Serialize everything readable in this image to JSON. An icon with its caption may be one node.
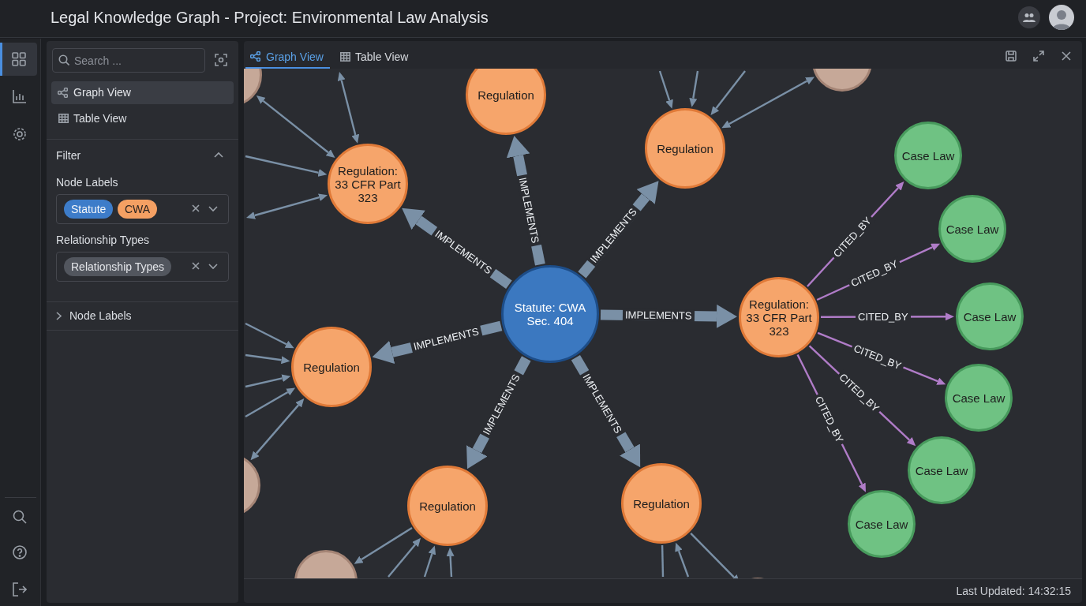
{
  "diagram": {
    "title": "Legal Knowledge Graph - Project: Environmental Law Analysis",
    "nodes": [
      {
        "text": [],
        "shape": "circle"
      },
      {
        "text": [],
        "shape": "circle"
      },
      {
        "text": [
          "Regulation"
        ]
      },
      {
        "text": [
          "Regulation"
        ]
      },
      {
        "text": [
          "Case Law"
        ]
      },
      {
        "text": [
          "Regulation: 33 CFR Part 323"
        ]
      },
      {
        "text": [
          "Case Law"
        ]
      },
      {
        "text": [
          "Statute: CWA Sec. 404"
        ]
      },
      {
        "text": [
          "Case Law"
        ]
      },
      {
        "text": [
          "Regulation: 33 CFR Part 323"
        ]
      },
      {
        "text": [
          "Regulation"
        ]
      },
      {
        "text": [
          "Case Law"
        ]
      },
      {
        "text": [
          "Case Law"
        ]
      },
      {
        "text": [],
        "shape": "circle"
      },
      {
        "text": [
          "Regulation"
        ]
      },
      {
        "text": [
          "Regulation"
        ]
      },
      {
        "text": [
          "Case Law"
        ]
      },
      {
        "text": [],
        "shape": "circle"
      },
      {
        "text": [],
        "shape": "circle"
      }
    ],
    "edges": [
      {
        "from": 7,
        "to": 2,
        "arrow": "to",
        "label": "IMPLEMENTS",
        "style": "thick"
      },
      {
        "from": 7,
        "to": 3,
        "arrow": "to",
        "label": "IMPLEMENTS",
        "style": "thick"
      },
      {
        "from": 7,
        "to": 5,
        "arrow": "to",
        "label": "IMPLEMENTS",
        "style": "thick"
      },
      {
        "from": 7,
        "to": 9,
        "arrow": "to",
        "label": "IMPLEMENTS",
        "style": "thick"
      },
      {
        "from": 7,
        "to": 10,
        "arrow": "to",
        "label": "IMPLEMENTS",
        "style": "thick"
      },
      {
        "from": 7,
        "to": 14,
        "arrow": "to",
        "label": "IMPLEMENTS",
        "style": "thick"
      },
      {
        "from": 7,
        "to": 15,
        "arrow": "to",
        "label": "IMPLEMENTS",
        "style": "thick"
      },
      {
        "from": 9,
        "to": 4,
        "arrow": "to",
        "label": "CITED_BY",
        "color": "#b07cc8"
      },
      {
        "from": 9,
        "to": 6,
        "arrow": "to",
        "label": "CITED_BY",
        "color": "#b07cc8"
      },
      {
        "from": 9,
        "to": 8,
        "arrow": "to",
        "label": "CITED_BY",
        "color": "#b07cc8"
      },
      {
        "from": 9,
        "to": 11,
        "arrow": "to",
        "label": "CITED_BY",
        "color": "#b07cc8"
      },
      {
        "from": 9,
        "to": 12,
        "arrow": "to",
        "label": "CITED_BY",
        "color": "#b07cc8"
      },
      {
        "from": 9,
        "to": 16,
        "arrow": "to",
        "label": "CITED_BY",
        "color": "#b07cc8"
      },
      {
        "from": 0,
        "to": 5,
        "arrow": "both"
      },
      {
        "from": null,
        "to": 5,
        "arrow": "both"
      },
      {
        "from": null,
        "to": 5,
        "arrow": "to"
      },
      {
        "from": null,
        "to": 5,
        "arrow": "both"
      },
      {
        "from": null,
        "to": 3,
        "arrow": "to"
      },
      {
        "from": null,
        "to": 3,
        "arrow": "to"
      },
      {
        "from": null,
        "to": 3,
        "arrow": "to"
      },
      {
        "from": 3,
        "to": 1,
        "arrow": "both"
      },
      {
        "from": null,
        "to": 10,
        "arrow": "to"
      },
      {
        "from": null,
        "to": 10,
        "arrow": "to"
      },
      {
        "from": null,
        "to": 10,
        "arrow": "to"
      },
      {
        "from": null,
        "to": 10,
        "arrow": "to"
      },
      {
        "from": 10,
        "to": 13,
        "arrow": "both"
      },
      {
        "from": 15,
        "to": 17,
        "arrow": "to"
      },
      {
        "from": null,
        "to": 15,
        "arrow": "to"
      },
      {
        "from": null,
        "to": 15,
        "arrow": "to"
      },
      {
        "from": null,
        "to": 15,
        "arrow": "to"
      },
      {
        "from": 14,
        "to": null,
        "arrow": "none"
      },
      {
        "from": null,
        "to": 14,
        "arrow": "to"
      },
      {
        "from": 14,
        "to": 18,
        "arrow": "to"
      }
    ],
    "labels": [
      "Search ...",
      "Graph View",
      "Table View",
      "Filter",
      "Node Labels",
      "Statute",
      "CWA",
      "Relationship Types",
      "Relationship Types",
      "Node Labels",
      "Graph View",
      "Table View",
      "Last Updated: 14:32:15"
    ]
  }
}
